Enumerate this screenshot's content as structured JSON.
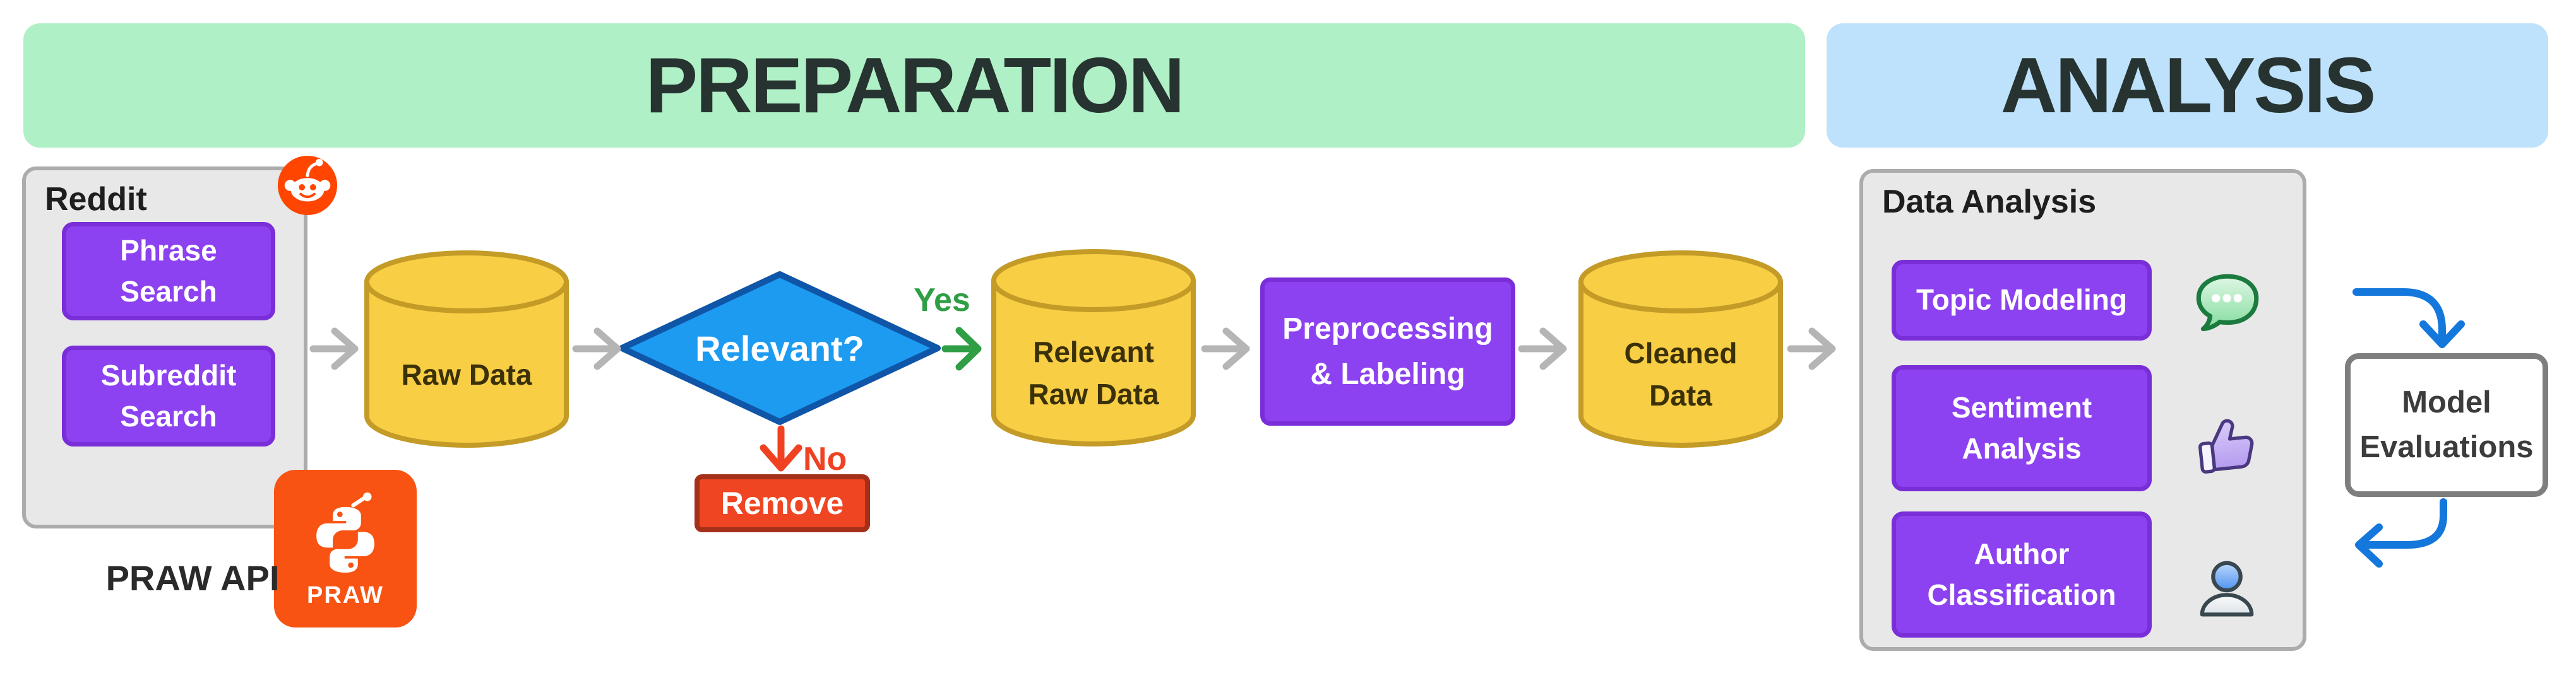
{
  "banners": {
    "preparation": "PREPARATION",
    "analysis": "ANALYSIS"
  },
  "reddit": {
    "title": "Reddit",
    "phrase_search": "Phrase\nSearch",
    "subreddit_search": "Subreddit\nSearch",
    "praw_api_label": "PRAW API",
    "praw_badge_text": "PRAW"
  },
  "flow": {
    "raw_data": "Raw Data",
    "decision": "Relevant?",
    "yes_label": "Yes",
    "no_label": "No",
    "remove": "Remove",
    "relevant_raw_data": "Relevant\nRaw Data",
    "preprocessing": "Preprocessing\n& Labeling",
    "cleaned_data": "Cleaned\nData"
  },
  "analysis": {
    "title": "Data Analysis",
    "topic_modeling": "Topic Modeling",
    "sentiment_analysis": "Sentiment\nAnalysis",
    "author_classification": "Author\nClassification"
  },
  "evaluation": {
    "label": "Model\nEvaluations"
  },
  "icons": {
    "reddit": "reddit-alien-icon",
    "praw": "python-snakes-icon",
    "topic_modeling": "speech-bubble-icon",
    "sentiment_analysis": "thumbs-up-icon",
    "author_classification": "person-icon"
  },
  "colors": {
    "preparation_banner": "#AFF0C6",
    "analysis_banner": "#BEE2FB",
    "banner_text": "#273330",
    "panel_gray": "#E8E8E8",
    "panel_border": "#ACACAC",
    "title_text": "#1E1E1E",
    "node_purple": "#8C42F0",
    "node_purple_border": "#7A2ED8",
    "cylinder_yellow": "#F8CE45",
    "cylinder_border": "#C39B26",
    "cylinder_text": "#3B3109",
    "decision_blue": "#1D9BF1",
    "decision_border": "#0F56A8",
    "yes_green": "#2F9E44",
    "no_red": "#F04223",
    "remove_red": "#EF4523",
    "remove_border": "#A5301A",
    "flow_arrow_gray": "#B5B5B5",
    "loop_arrow_blue": "#1377DC",
    "praw_orange": "#F85312",
    "reddit_orange": "#FF4500",
    "model_border": "#7E7E7E",
    "model_text": "#3C3C3C"
  }
}
